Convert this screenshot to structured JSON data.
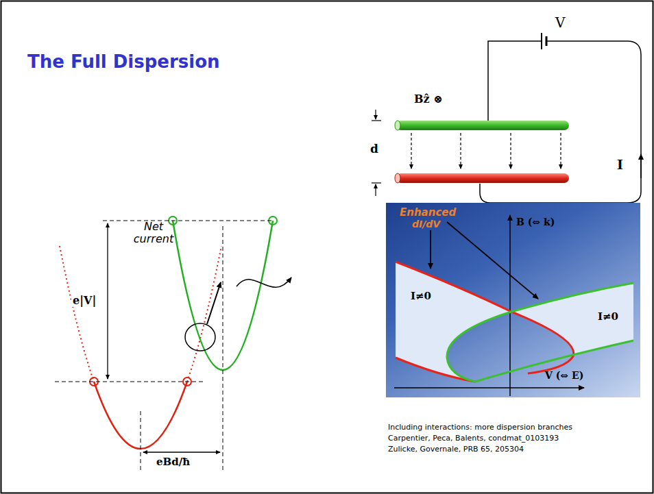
{
  "diagram": {
    "title": "The Full Dispersion",
    "nodes": [
      {
        "text": [
          "Enhanced",
          "dI/dV",
          "B (⇔ k)",
          "I≠0",
          "I≠0",
          "V (⇔ E)"
        ]
      }
    ],
    "labels": [
      "Bẑ ⊗",
      "d",
      "V",
      "I",
      "Net current",
      "e|V|",
      "eBd/ħ",
      "Including interactions: more dispersion branches",
      "Carpentier, Peca, Balents, condmat_0103193",
      "Zulicke, Governale, PRB 65, 205304"
    ]
  }
}
